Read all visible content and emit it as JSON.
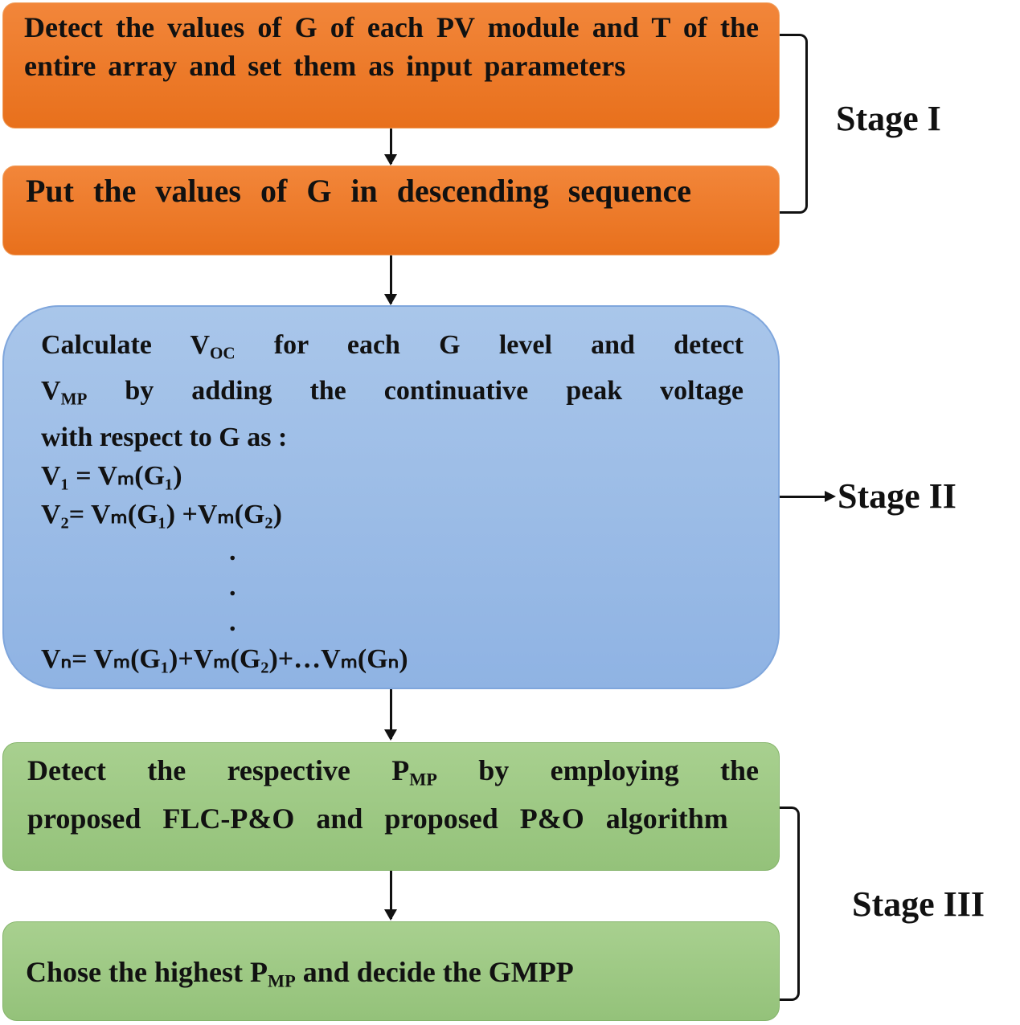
{
  "stage1": {
    "label": "Stage I",
    "box1": "Detect the values of G of each PV module and T of the entire array and set them as input parameters",
    "box2": "Put the values of G in descending sequence"
  },
  "stage2": {
    "label": "Stage II",
    "line1_pre": "Calculate V",
    "line1_sub": "OC",
    "line1_post": " for each G level and detect",
    "line2_pre": "V",
    "line2_sub": "MP",
    "line2_post": " by adding the continuative peak voltage",
    "line3": "with respect to G as :",
    "eq1": "V₁ = Vₘ(G₁)",
    "eq2": "V₂= Vₘ(G₁) +Vₘ(G₂)",
    "dots": ".",
    "eqn": "Vₙ= Vₘ(G₁)+Vₘ(G₂)+…Vₘ(Gₙ)"
  },
  "stage3": {
    "label": "Stage III",
    "box1_pre": "Detect the respective P",
    "box1_sub": "MP",
    "box1_post": " by employing the proposed FLC-P&O and proposed P&O algorithm",
    "box2_pre": "Chose the highest P",
    "box2_sub": "MP",
    "box2_post": " and decide the GMPP"
  },
  "colors": {
    "orange": "#ec7a28",
    "blue": "#9cbde6",
    "green": "#9ec985"
  }
}
